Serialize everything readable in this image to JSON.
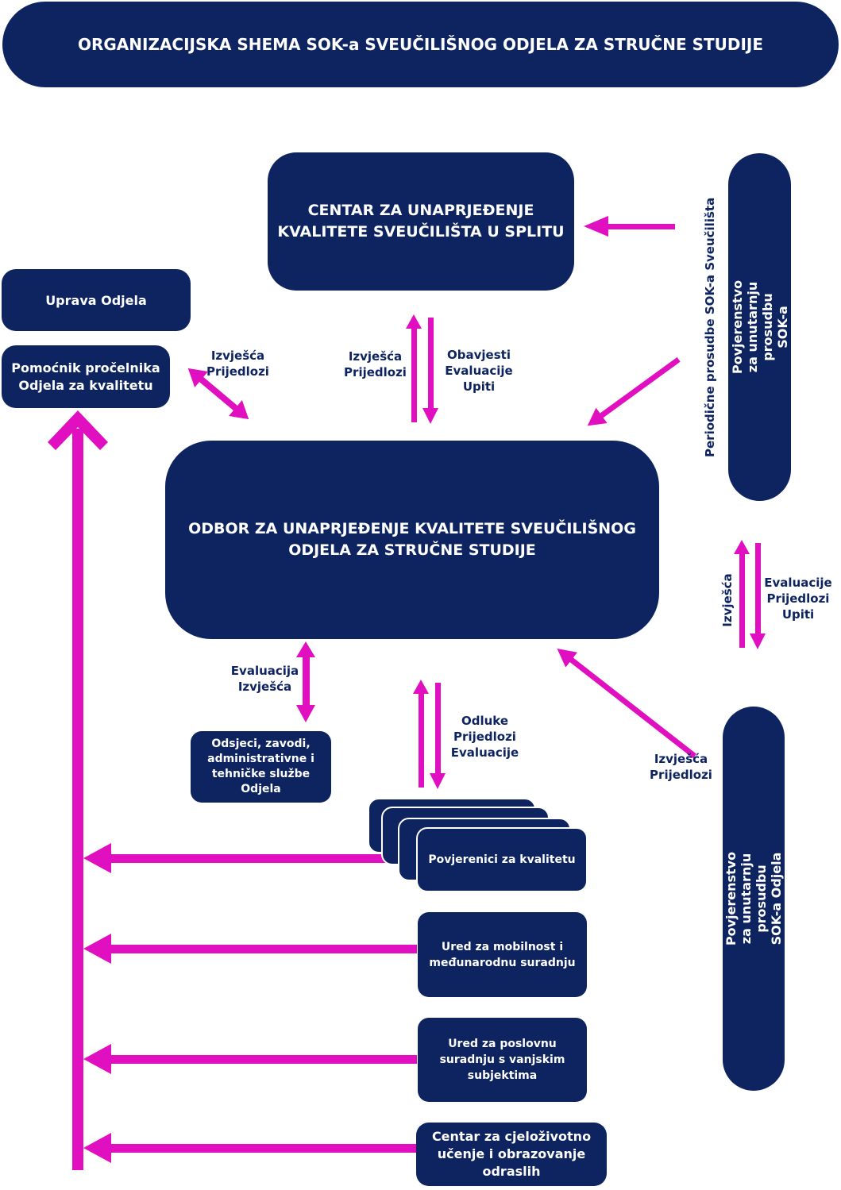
{
  "title": "ORGANIZACIJSKA SHEMA SOK-a SVEUČILIŠNOG ODJELA ZA STRUČNE STUDIJE",
  "boxes": {
    "centar_splitu": "CENTAR ZA UNAPRJEĐENJE\nKVALITETE SVEUČILIŠTA U SPLITU",
    "uprava": "Uprava Odjela",
    "pomocnik": "Pomoćnik pročelnika\nOdjela za kvalitetu",
    "odbor": "ODBOR ZA UNAPRJEĐENJE KVALITETE SVEUČILIŠNOG\nODJELA ZA STRUČNE STUDIJE",
    "povjerenstvo_sok": "Povjerenstvo za unutarnju prosudbu SOK-a",
    "odsjeci": "Odsjeci, zavodi,\nadministrativne i\ntehničke službe\nOdjela",
    "povjerenici": "Povjerenici za kvalitetu",
    "ured_mobilnost": "Ured za mobilnost i\nmeđunarodnu suradnju",
    "ured_poslovnu": "Ured za poslovnu\nsuradnju s vanjskim\nsubjektima",
    "centar_cjelozivotno": "Centar za cjeloživotno\nučenje i obrazovanje\nodraslih",
    "povjerenstvo_odjela": "Povjerenstvo za unutarnju prosudbu SOK-a Odjela"
  },
  "labels": {
    "pomocnik_odbor": "Izvješća\nPrijedlozi",
    "odbor_centar_up": "Izvješća\nPrijedlozi",
    "centar_odbor_down": "Obavjesti\nEvaluacije\nUpiti",
    "periodicne": "Periodične prosudbe SOK-a Sveučilišta",
    "izvjesca_right": "Izvješća",
    "evaluacije_right": "Evaluacije\nPrijedlozi\nUpiti",
    "evaluacija_odsjeci": "Evaluacija\nIzvješća",
    "odluke": "Odluke\nPrijedlozi\nEvaluacije",
    "izvjesca_odjela": "Izvješća\nPrijedlozi"
  },
  "colors": {
    "box": "#0d2461",
    "arrow": "#e010c0",
    "text_dark": "#0d2461"
  }
}
